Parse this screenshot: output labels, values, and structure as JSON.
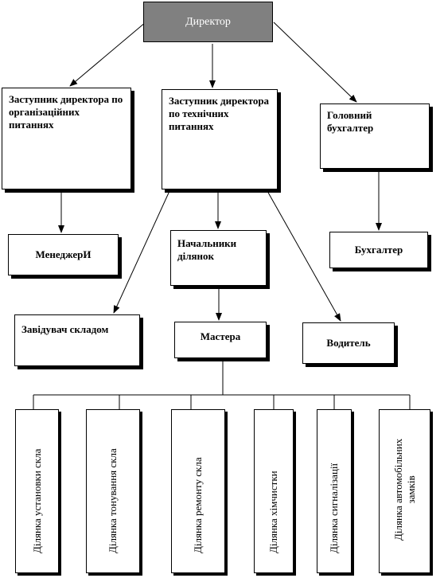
{
  "director": "Директор",
  "deputy_org": "Заступник директора по організаційних питаннях",
  "deputy_tech": "Заступник директора по технічних питаннях",
  "chief_accountant": "Головний бухгалтер",
  "managers": "МенеджерИ",
  "section_heads": "Начальники ділянок",
  "accountant": "Бухгалтер",
  "warehouse_head": "Завідувач складом",
  "masters": "Мастера",
  "driver": "Водитель",
  "sections": [
    "Ділянка установки скла",
    "Ділянка тонування скла",
    "Ділянка ремонту скла",
    "Ділянка хімчистки",
    "Ділянка сигналізації",
    "Ділянка автомобільних\nзамків"
  ]
}
